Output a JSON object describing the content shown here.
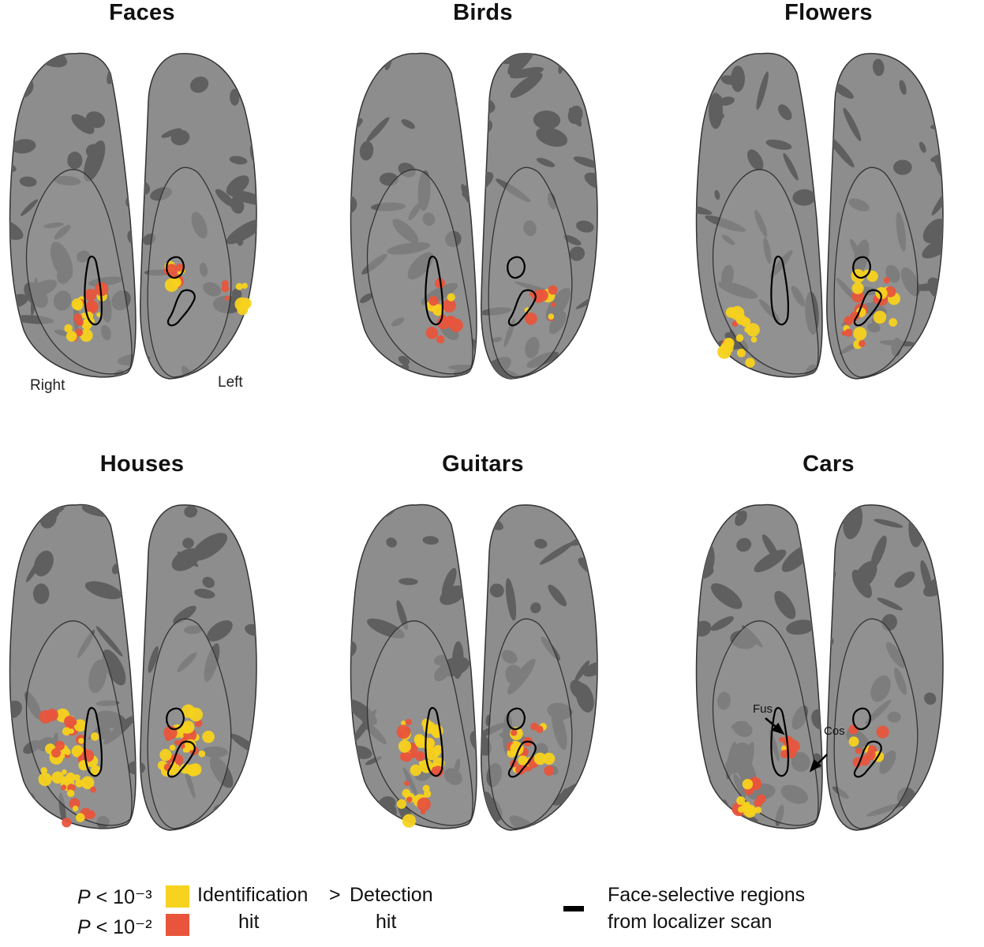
{
  "panels": [
    {
      "title": "Faces"
    },
    {
      "title": "Birds"
    },
    {
      "title": "Flowers"
    },
    {
      "title": "Houses"
    },
    {
      "title": "Guitars"
    },
    {
      "title": "Cars"
    }
  ],
  "hemisphere_labels": {
    "right": "Right",
    "left": "Left"
  },
  "anatomy_labels": {
    "fus": "Fus",
    "cos": "Cos"
  },
  "legend": {
    "p3_prefix": "P",
    "p3_value": "< 10⁻³",
    "p2_prefix": "P",
    "p2_value": "< 10⁻²",
    "col1_line1": "Identification",
    "col1_line2": "hit",
    "gt": ">",
    "col2_line1": "Detection",
    "col2_line2": "hit",
    "outline_line1": "Face-selective regions",
    "outline_line2": "from localizer scan"
  },
  "colors": {
    "brain_light": "#8d8d8d",
    "brain_dark": "#5f5f5f",
    "yellow": "#f7d21e",
    "red": "#e8553c",
    "outline": "#000000"
  }
}
